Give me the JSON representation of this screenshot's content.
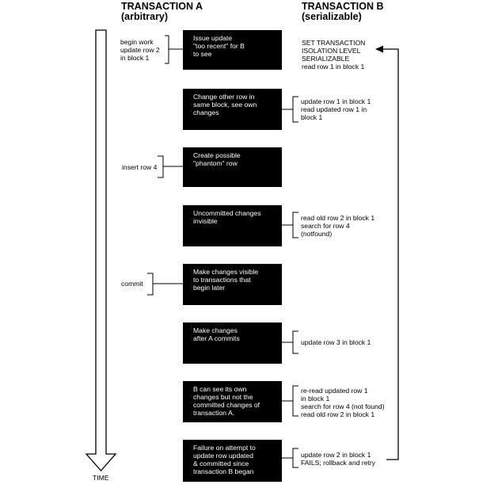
{
  "headers": {
    "a_title": "TRANSACTION A",
    "a_sub": "(arbitrary)",
    "b_title": "TRANSACTION B",
    "b_sub": "(serializable)"
  },
  "time_label": "TIME",
  "a_notes": [
    "begin work\nupdate row 2\nin block 1",
    "insert row 4",
    "commit"
  ],
  "boxes": [
    "Issue update\n\"too recent\" for B\nto see",
    "Change other row in\nsame block, see own\nchanges",
    "Create possible\n\"phantom\" row",
    "Uncommitted changes\ninvisible",
    "Make changes visible\nto transactions that\nbegin later",
    "Make changes\nafter A commits",
    "B can see its own\nchanges but not the\ncommitted changes of\ntransaction A.",
    "Failure on attempt to\nupdate row updated\n& committed since\ntransaction B began"
  ],
  "b_notes": [
    "SET TRANSACTION\nISOLATION LEVEL\nSERIALIZABLE\nread row 1 in block 1",
    "update row 1 in block 1\nread updated row 1 in\nblock 1",
    "read old row 2 in block 1\nsearch for row 4\n(notfound)",
    "update row 3 in block 1",
    "re-read updated row 1\nin block 1\nsearch for row 4 (not found)\nread old row 2 in block 1",
    "update row 2 in block 1\nFAILS; rollback and retry"
  ]
}
